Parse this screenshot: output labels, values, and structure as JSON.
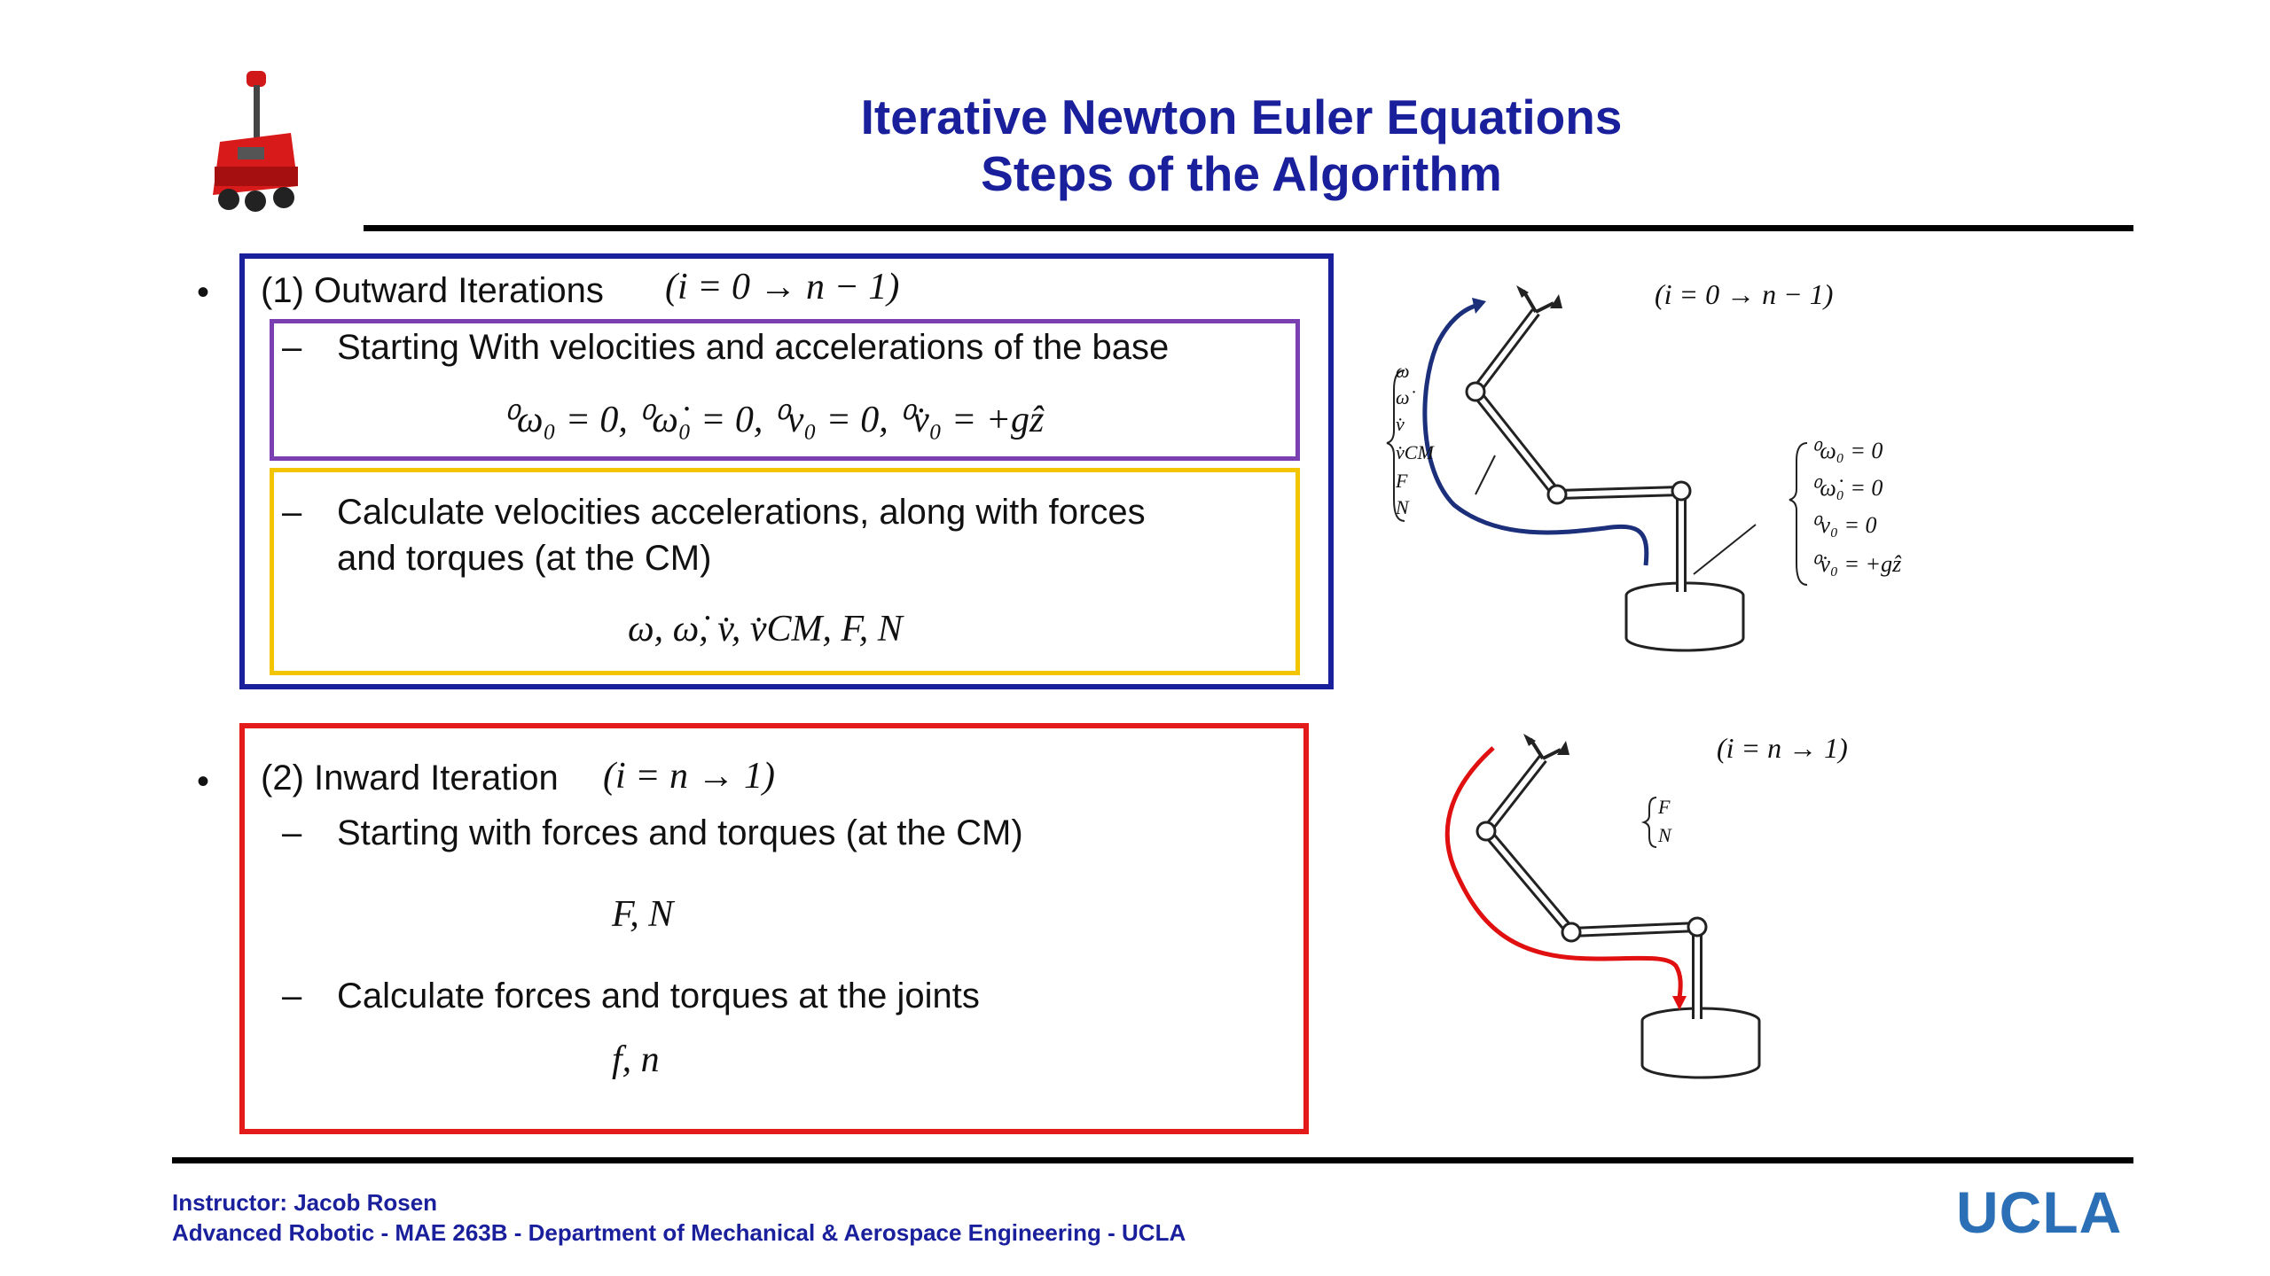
{
  "header": {
    "title_line1": "Iterative Newton Euler Equations",
    "title_line2": "Steps of the Algorithm"
  },
  "outward": {
    "bullet": "•",
    "heading": "(1) Outward Iterations",
    "heading_math": "(i  =  0 → n − 1)",
    "sub1_dash": "–",
    "sub1_text": "Starting With velocities and accelerations of the base",
    "sub1_math": "⁰ω₀ = 0,  ⁰ω̇₀ = 0,  ⁰v₀ = 0,  ⁰v̇₀ = +gẑ",
    "sub2_dash": "–",
    "sub2_line1": "Calculate velocities accelerations, along with forces",
    "sub2_line2": "and torques (at the CM)",
    "sub2_math": "ω, ω̇, v̇, v̇CM, F, N"
  },
  "inward": {
    "bullet": "•",
    "heading": "(2) Inward Iteration",
    "heading_math": "(i = n → 1)",
    "sub1_dash": "–",
    "sub1_text": "Starting with forces and torques (at the CM)",
    "sub1_math": "F, N",
    "sub2_dash": "–",
    "sub2_text": "Calculate forces and torques at the joints",
    "sub2_math": "f, n"
  },
  "diagram_top": {
    "range_label": "(i = 0 → n − 1)",
    "left_labels": [
      "ω",
      "ω̇",
      "v̇",
      "v̇CM",
      "F",
      "N"
    ],
    "right_labels": [
      "⁰ω₀ = 0",
      "⁰ω̇₀ = 0",
      "⁰v₀ = 0",
      "⁰v̇₀ = +gẑ"
    ],
    "arrow_color": "#1b2f7a"
  },
  "diagram_bottom": {
    "range_label": "(i = n → 1)",
    "labels": [
      "F",
      "N"
    ],
    "arrow_color": "#e01010"
  },
  "footer": {
    "instructor": "Instructor: Jacob Rosen",
    "course": "Advanced Robotic - MAE 263B - Department of Mechanical & Aerospace Engineering - UCLA",
    "logo_text": "UCLA"
  },
  "colors": {
    "title": "#1a1f9c",
    "outer_box": "#1a1f9c",
    "sub1_box": "#7a3fb0",
    "sub2_box": "#f2c500",
    "inward_box": "#e41b1b"
  }
}
